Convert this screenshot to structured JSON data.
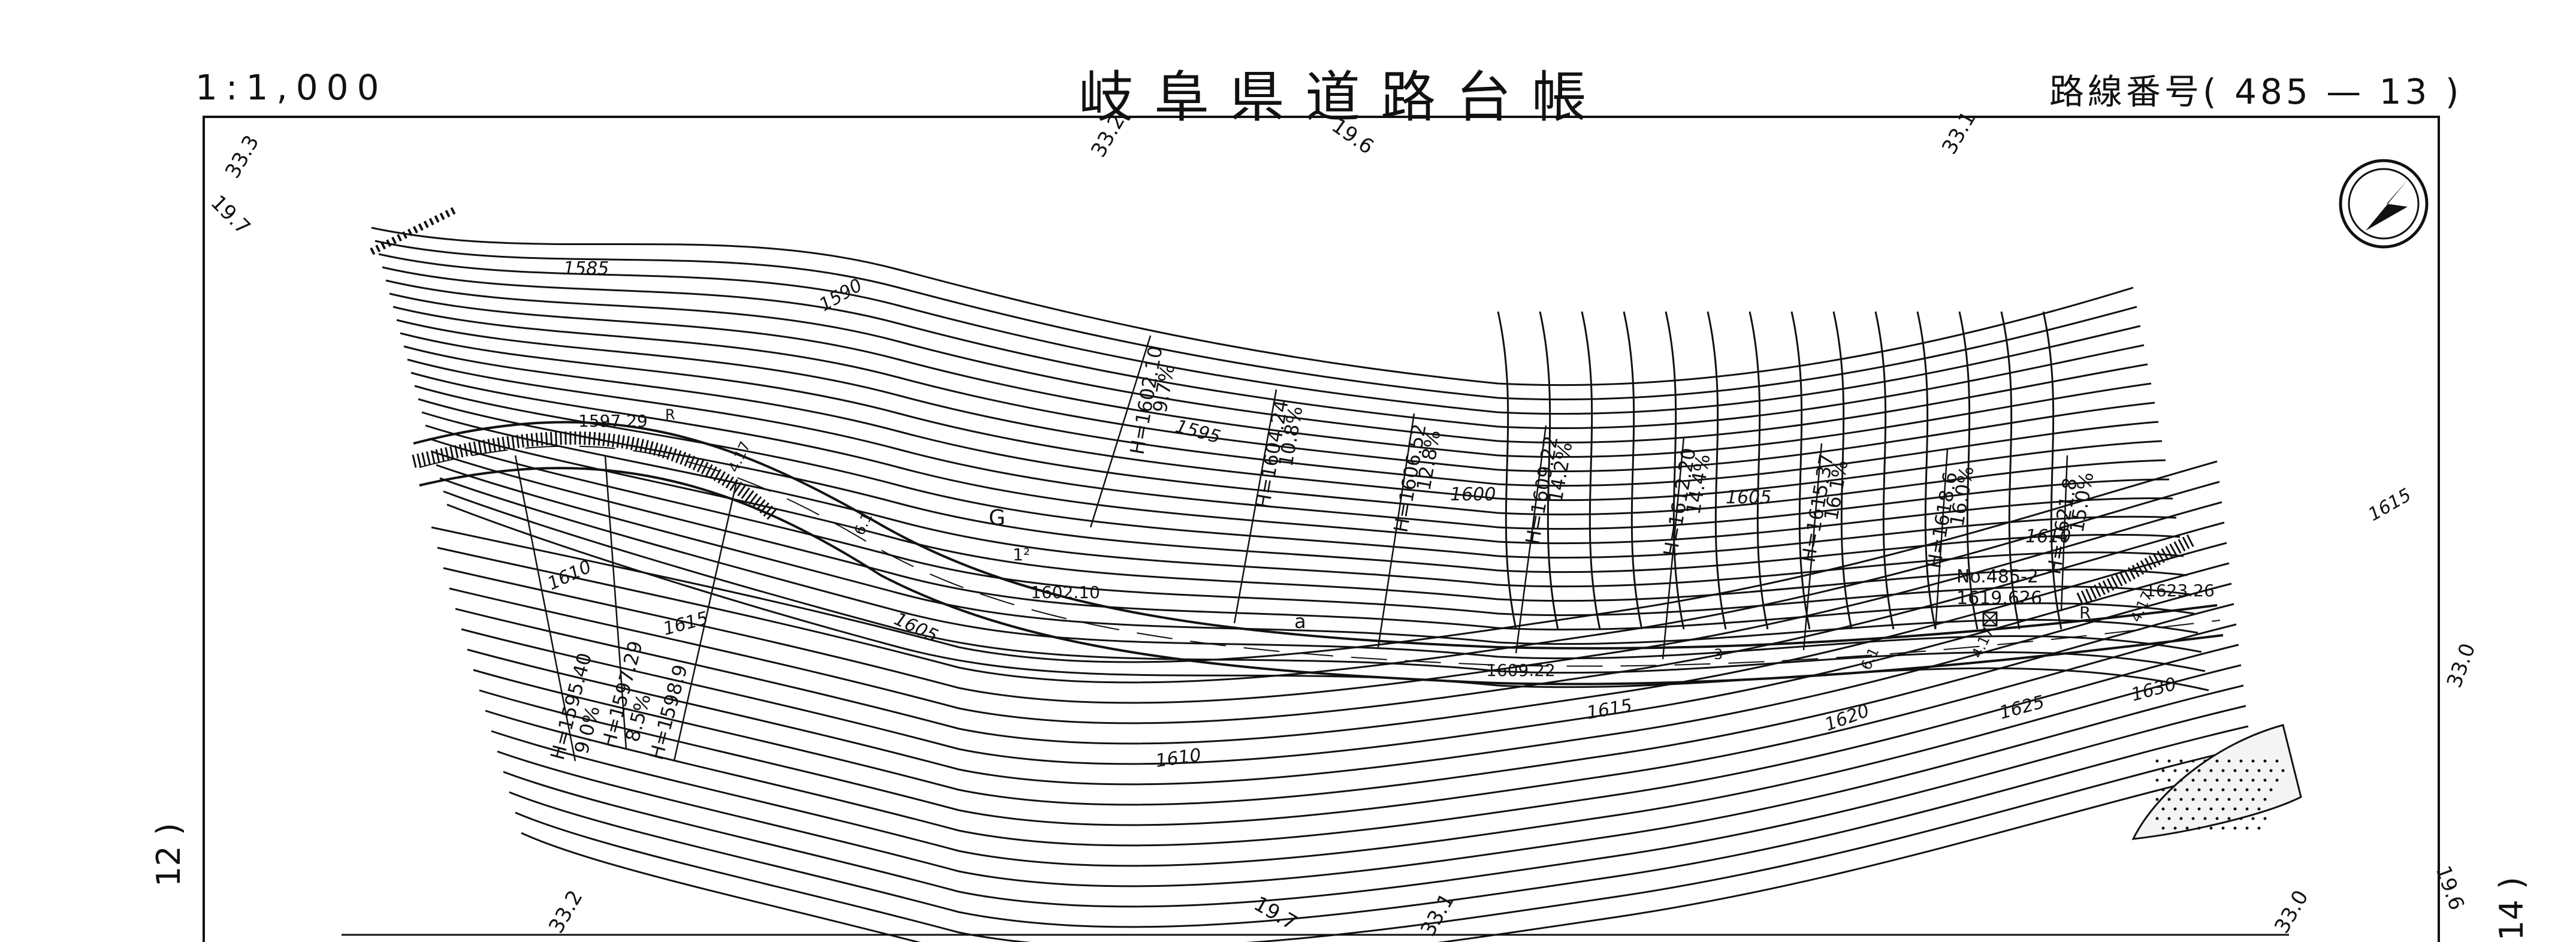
{
  "header": {
    "scale": "1:1,000",
    "title": "岐阜県道路台帳",
    "route_number": "路線番号( 485 — 13 )"
  },
  "sheets": {
    "left": "12 )",
    "right": "14 )"
  },
  "frame_numbers": [
    "33.3",
    "19.7",
    "33.2",
    "19.6",
    "33.1",
    "33.0",
    "33.2",
    "19.7",
    "33.1",
    "33.0",
    "19.6"
  ],
  "contour_labels": [
    "1585",
    "1590",
    "1595",
    "1600",
    "1605",
    "1610",
    "1615",
    "1610",
    "1615",
    "1605",
    "1610",
    "1615",
    "1620",
    "1625",
    "1630"
  ],
  "road_elevations": [
    "1597.29",
    "1602.10",
    "1609.22",
    "1623.26"
  ],
  "station": {
    "label": "No.485-2",
    "elevation": "1619.626"
  },
  "profile_marks": [
    {
      "h": "H=1595.40",
      "grade": "9.0%"
    },
    {
      "h": "H=1597.29",
      "grade": "8.5%"
    },
    {
      "h": "H=1598.9",
      "grade": ""
    },
    {
      "h": "H=1602.10",
      "grade": "9.7%"
    },
    {
      "h": "H=1604.24",
      "grade": "10.8%"
    },
    {
      "h": "H=1606.52",
      "grade": "12.8%"
    },
    {
      "h": "H=1609.22",
      "grade": "14.2%"
    },
    {
      "h": "H=1612.20",
      "grade": "14.4%"
    },
    {
      "h": "H=1615.37",
      "grade": "16.1%"
    },
    {
      "h": "H=1618.6",
      "grade": "16.0%"
    },
    {
      "h": "H=1621.8",
      "grade": "15.0%"
    }
  ],
  "road_codes": [
    "R",
    "4.17",
    "6.1",
    "G",
    "1²",
    "a",
    "3",
    "6.1",
    "4.17",
    "R",
    "4.17"
  ],
  "north_arrow_icon": "north-arrow-icon"
}
